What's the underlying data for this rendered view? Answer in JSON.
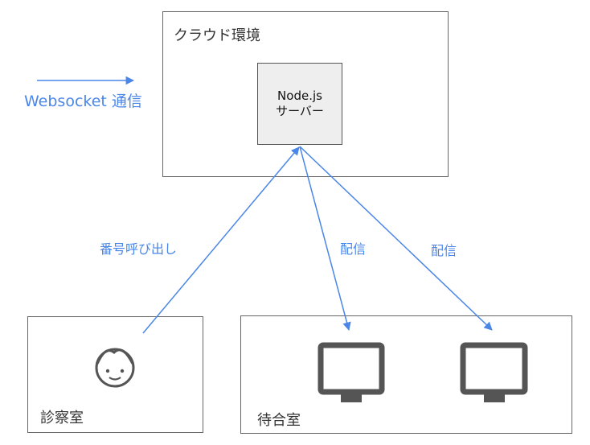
{
  "cloud": {
    "label": "クラウド環境"
  },
  "server": {
    "line1": "Node.js",
    "line2": "サーバー"
  },
  "legend": {
    "label": "Websocket 通信"
  },
  "edges": {
    "call_label": "番号呼び出し",
    "deliver_label_1": "配信",
    "deliver_label_2": "配信"
  },
  "exam_room": {
    "label": "診察室",
    "icon": "face-icon"
  },
  "waiting_room": {
    "label": "待合室",
    "icons": [
      "monitor-icon",
      "monitor-icon"
    ]
  },
  "colors": {
    "arrow": "#4a86e8",
    "border": "#666666",
    "server_fill": "#eeeeee",
    "icon": "#555555"
  }
}
